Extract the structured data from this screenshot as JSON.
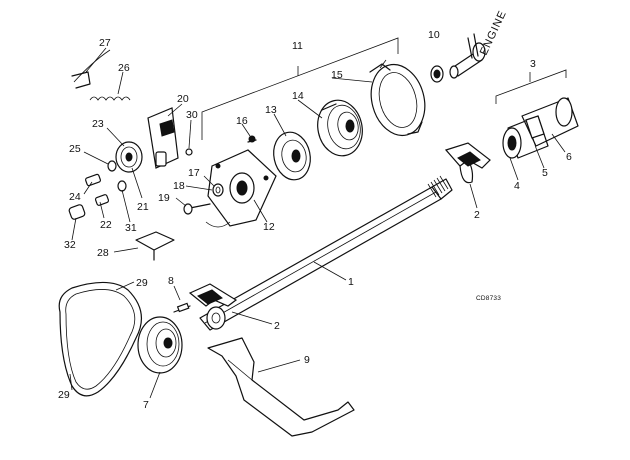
{
  "diagram": {
    "engine_label": "ENGINE",
    "drawing_code": "CD8733",
    "callouts": [
      {
        "id": "c27",
        "text": "27"
      },
      {
        "id": "c26",
        "text": "26"
      },
      {
        "id": "c20",
        "text": "20"
      },
      {
        "id": "c30",
        "text": "30"
      },
      {
        "id": "c23",
        "text": "23"
      },
      {
        "id": "c25",
        "text": "25"
      },
      {
        "id": "c24",
        "text": "24"
      },
      {
        "id": "c21",
        "text": "21"
      },
      {
        "id": "c22",
        "text": "22"
      },
      {
        "id": "c31",
        "text": "31"
      },
      {
        "id": "c32",
        "text": "32"
      },
      {
        "id": "c28",
        "text": "28"
      },
      {
        "id": "c11",
        "text": "11"
      },
      {
        "id": "c10",
        "text": "10"
      },
      {
        "id": "c15",
        "text": "15"
      },
      {
        "id": "c14",
        "text": "14"
      },
      {
        "id": "c13",
        "text": "13"
      },
      {
        "id": "c16",
        "text": "16"
      },
      {
        "id": "c17",
        "text": "17"
      },
      {
        "id": "c18",
        "text": "18"
      },
      {
        "id": "c19",
        "text": "19"
      },
      {
        "id": "c12",
        "text": "12"
      },
      {
        "id": "c3",
        "text": "3"
      },
      {
        "id": "c6",
        "text": "6"
      },
      {
        "id": "c5",
        "text": "5"
      },
      {
        "id": "c4",
        "text": "4"
      },
      {
        "id": "c2a",
        "text": "2"
      },
      {
        "id": "c1",
        "text": "1"
      },
      {
        "id": "c2b",
        "text": "2"
      },
      {
        "id": "c8",
        "text": "8"
      },
      {
        "id": "c29a",
        "text": "29"
      },
      {
        "id": "c29b",
        "text": "29"
      },
      {
        "id": "c7",
        "text": "7"
      },
      {
        "id": "c9",
        "text": "9"
      }
    ]
  }
}
